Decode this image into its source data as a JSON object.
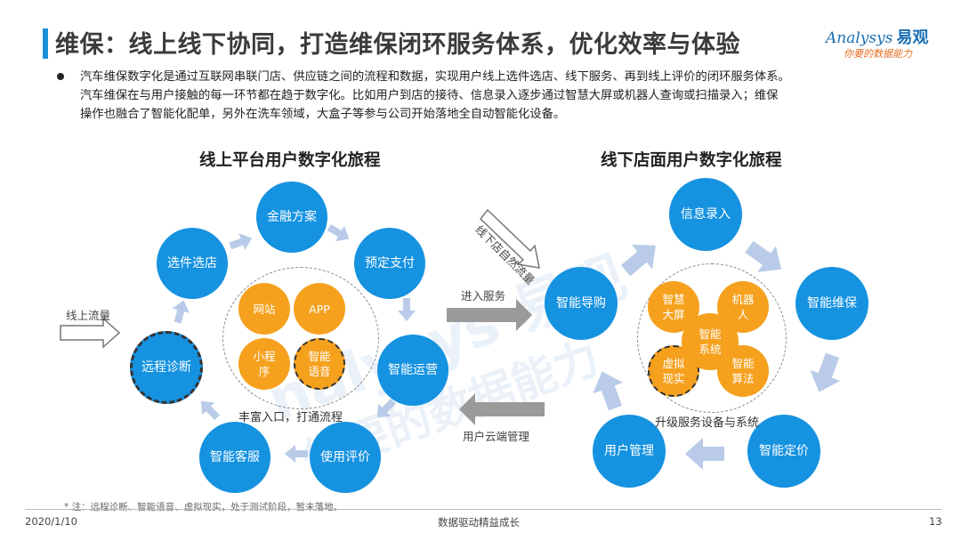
{
  "header": {
    "title": "维保：线上线下协同，打造维保闭环服务体系，优化效率与体验",
    "logo_text": "nalysys",
    "logo_prefix": "A",
    "logo_cn": "易观",
    "logo_slogan": "你要的数据能力"
  },
  "intro": {
    "lines": [
      "汽车维保数字化是通过互联网串联门店、供应链之间的流程和数据，实现用户线上选件选店、线下服务、再到线上评价的闭环服务体系。",
      "汽车维保在与用户接触的每一环节都在趋于数字化。比如用户到店的接待、信息录入逐步通过智慧大屏或机器人查询或扫描录入；维保",
      "操作也融合了智能化配单，另外在洗车领域，大盒子等参与公司开始落地全自动智能化设备。"
    ]
  },
  "online": {
    "title": "线上平台用户数字化旅程",
    "nodes": {
      "finance": "金融方案",
      "select": "选件选店",
      "prepay": "预定支付",
      "ops": "智能运营",
      "review": "使用评价",
      "service": "智能客服",
      "remote": "远程诊断"
    },
    "center": {
      "site": "网站",
      "app": "APP",
      "mini": "小程\n序",
      "voice": "智能\n语音"
    },
    "caption": "丰富入口，打通流程",
    "traffic_label": "线上流量"
  },
  "offline": {
    "title": "线下店面用户数字化旅程",
    "nodes": {
      "info": "信息录入",
      "guide": "智能导购",
      "repair": "智能维保",
      "pricing": "智能定价",
      "user_mgmt": "用户管理"
    },
    "center": {
      "screen": "智慧\n大屏",
      "robot": "机器\n人",
      "system": "智能\n系统",
      "vr": "虚拟\n现实",
      "algo": "智能\n算法"
    },
    "caption": "升级服务设备与系统",
    "natural_flow_label": "线下店自然流量"
  },
  "connectors": {
    "enter_service": "进入服务",
    "cloud_mgmt": "用户云端管理"
  },
  "note": "* 注：远程诊断、智能语音、虚拟现实，处于测试阶段，暂未落地。",
  "footer": {
    "date": "2020/1/10",
    "center": "数据驱动精益成长",
    "page": "13"
  },
  "watermark": {
    "line1": "nalysys 易观",
    "line2": "你要的数据能力"
  },
  "colors": {
    "node_blue": "#1592e0",
    "center_orange": "#f5a11e",
    "arrow_light": "#b9cbe8",
    "connector_gray": "#9a9a9a",
    "title_accent": "#1a8fd6"
  }
}
